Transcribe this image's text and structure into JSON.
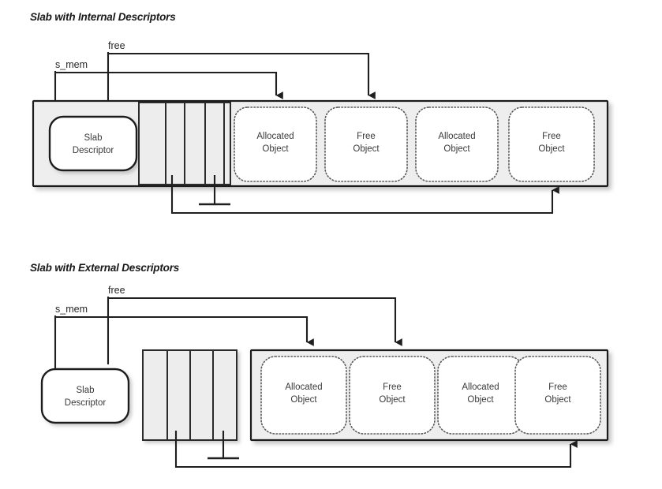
{
  "figure": {
    "background_color": "#ffffff",
    "line_color": "#1f1f1f",
    "slab_fill": "#eeeeee",
    "cell_fill": "#ededed",
    "object_fill": "#ffffff",
    "object_border_style": "dotted"
  },
  "diagrams": [
    {
      "id": "internal",
      "title": "Slab with Internal Descriptors",
      "pointers": [
        {
          "name": "s_mem",
          "label": "s_mem",
          "target": "first-object"
        },
        {
          "name": "free",
          "label": "free",
          "target": "second-object"
        }
      ],
      "descriptor": {
        "line1": "Slab",
        "line2": "Descriptor",
        "placement": "inside-slab"
      },
      "descriptor_array": {
        "cell_count": 5,
        "placement": "inside-slab"
      },
      "objects": [
        {
          "state": "Allocated",
          "line1": "Allocated",
          "line2": "Object"
        },
        {
          "state": "Free",
          "line1": "Free",
          "line2": "Object"
        },
        {
          "state": "Allocated",
          "line1": "Allocated",
          "line2": "Object"
        },
        {
          "state": "Free",
          "line1": "Free",
          "line2": "Object"
        }
      ],
      "free_list_links": [
        {
          "from": "descriptor-cell-2",
          "to": "last-free-object"
        },
        {
          "from": "descriptor-cell-4",
          "to": "null-terminator"
        }
      ]
    },
    {
      "id": "external",
      "title": "Slab with External Descriptors",
      "pointers": [
        {
          "name": "s_mem",
          "label": "s_mem",
          "target": "first-object"
        },
        {
          "name": "free",
          "label": "free",
          "target": "second-object"
        }
      ],
      "descriptor": {
        "line1": "Slab",
        "line2": "Descriptor",
        "placement": "outside-slab"
      },
      "descriptor_array": {
        "cell_count": 4,
        "placement": "outside-slab"
      },
      "objects": [
        {
          "state": "Allocated",
          "line1": "Allocated",
          "line2": "Object"
        },
        {
          "state": "Free",
          "line1": "Free",
          "line2": "Object"
        },
        {
          "state": "Allocated",
          "line1": "Allocated",
          "line2": "Object"
        },
        {
          "state": "Free",
          "line1": "Free",
          "line2": "Object"
        }
      ],
      "free_list_links": [
        {
          "from": "descriptor-cell-1",
          "to": "last-free-object"
        },
        {
          "from": "descriptor-cell-3",
          "to": "null-terminator"
        }
      ]
    }
  ]
}
